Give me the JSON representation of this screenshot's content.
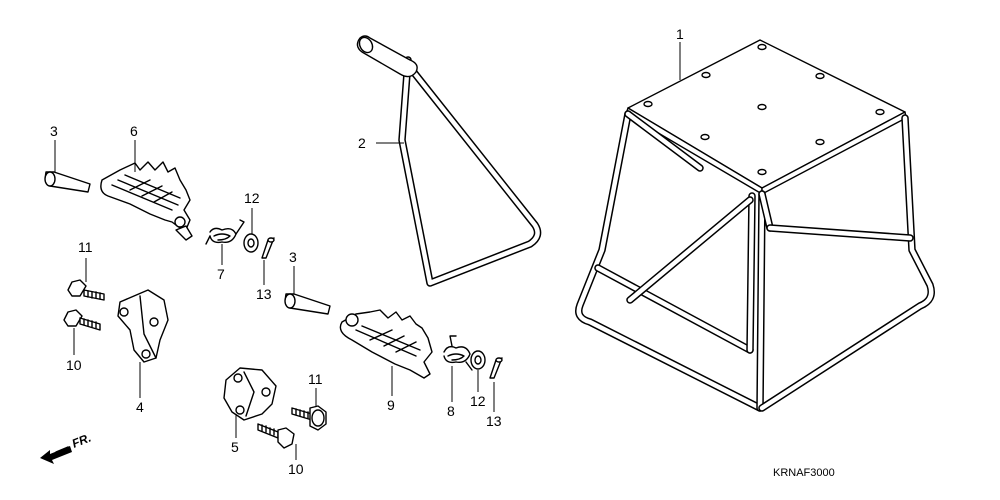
{
  "callouts": {
    "c1": "1",
    "c2": "2",
    "c3a": "3",
    "c3b": "3",
    "c4": "4",
    "c5": "5",
    "c6": "6",
    "c7": "7",
    "c8": "8",
    "c9": "9",
    "c10a": "10",
    "c10b": "10",
    "c11a": "11",
    "c11b": "11",
    "c12a": "12",
    "c12b": "12",
    "c13a": "13",
    "c13b": "13"
  },
  "direction_label": "FR.",
  "diagram_code": "KRNAF3000"
}
